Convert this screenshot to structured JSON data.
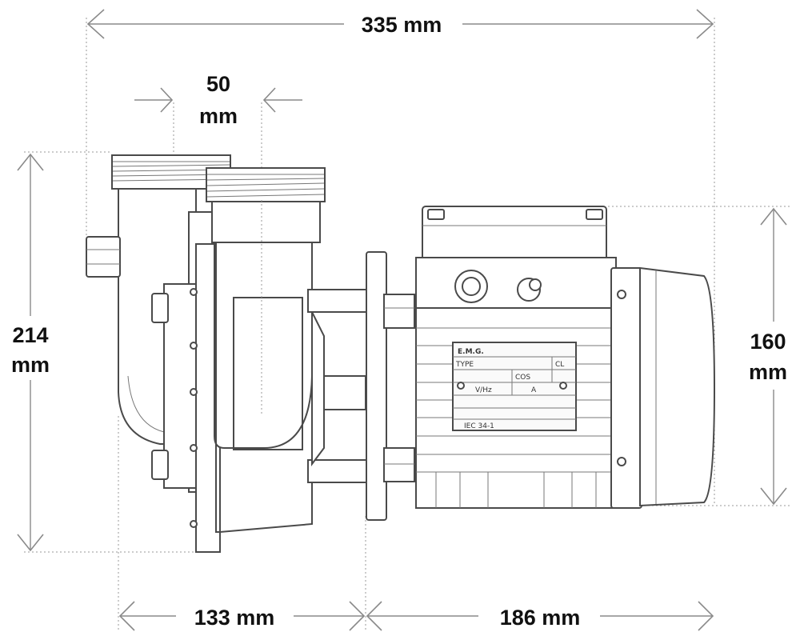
{
  "dimensions": {
    "overall_length": "335 mm",
    "port_value": "50",
    "port_unit": "mm",
    "height_value": "214",
    "height_unit": "mm",
    "motor_height_value": "160",
    "motor_height_unit": "mm",
    "pump_length": "133 mm",
    "motor_length": "186 mm"
  },
  "nameplate": {
    "brand": "E.M.G.",
    "type_label": "TYPE",
    "vhz_label": "V/Hz",
    "a_label": "A",
    "cos_label": "COS",
    "cl_label": "CL",
    "standard": "IEC 34-1"
  }
}
